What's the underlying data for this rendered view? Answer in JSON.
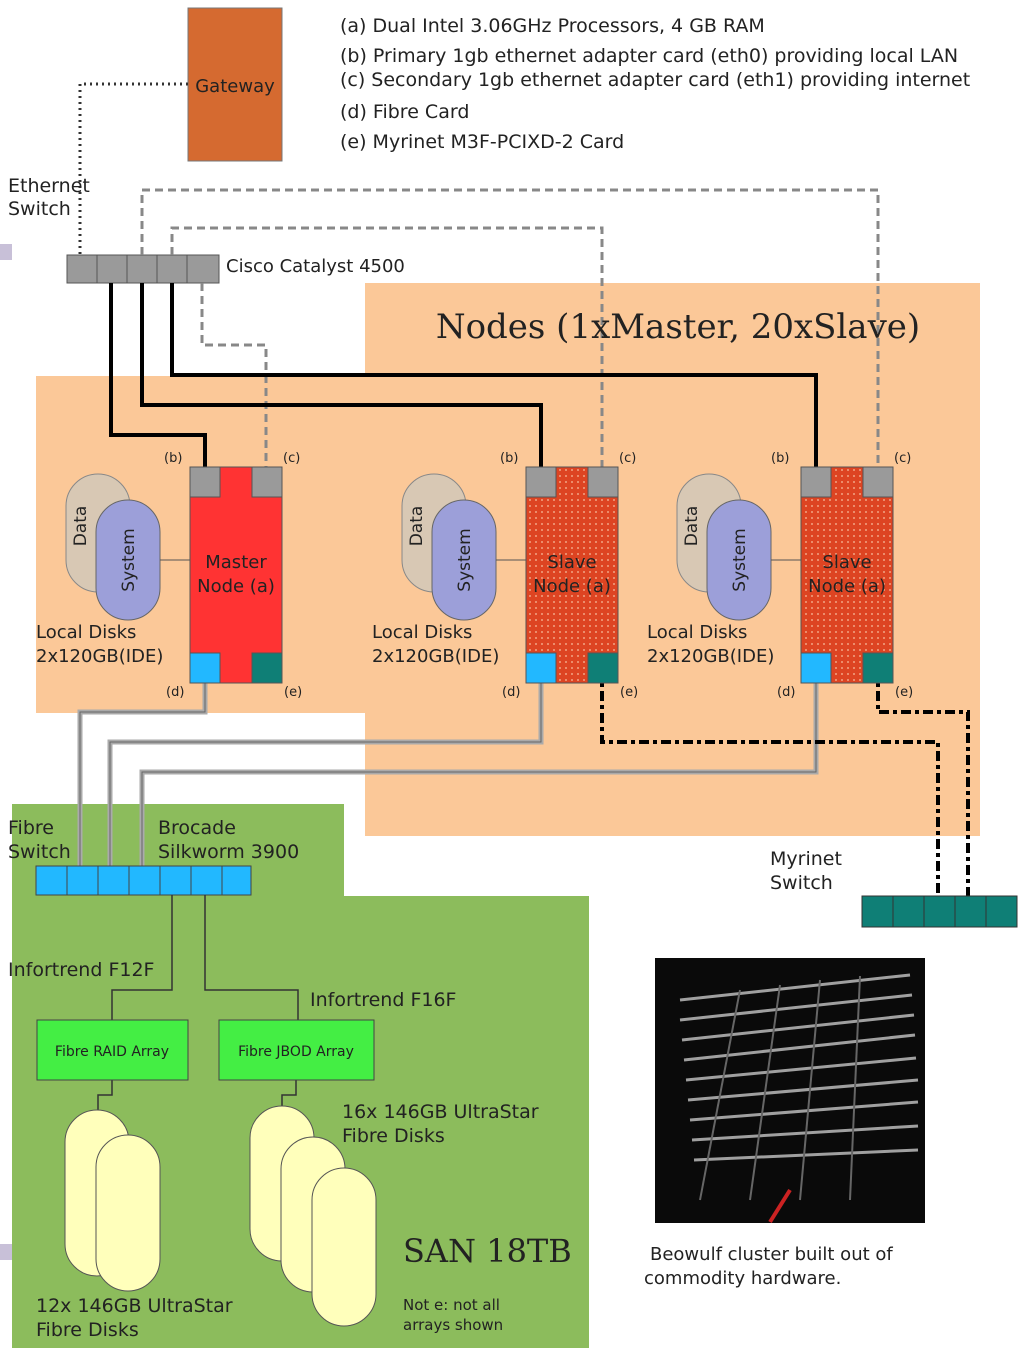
{
  "legend": {
    "a": "(a) Dual Intel 3.06GHz Processors, 4 GB RAM",
    "b": "(b) Primary 1gb ethernet adapter card (eth0)  providing local LAN",
    "c": "(c) Secondary 1gb ethernet adapter card (eth1) providing internet",
    "d": "(d) Fibre Card",
    "e": "(e) Myrinet M3F-PCIXD-2 Card"
  },
  "gateway": {
    "label": "Gateway"
  },
  "ethernet_switch": {
    "label_line1": "Ethernet",
    "label_line2": "Switch",
    "model": "Cisco Catalyst 4500"
  },
  "nodes_section": {
    "title": "Nodes (1xMaster, 20xSlave)"
  },
  "nodes": [
    {
      "line1": "Master",
      "line2": "Node (a)",
      "color": "#ff3333",
      "disk_data": "Data",
      "disk_system": "System",
      "disks_line1": "Local Disks",
      "disks_line2": "2x120GB(IDE)"
    },
    {
      "line1": "Slave",
      "line2": "Node (a)",
      "color": "#dd4422",
      "disk_data": "Data",
      "disk_system": "System",
      "disks_line1": "Local Disks",
      "disks_line2": "2x120GB(IDE)"
    },
    {
      "line1": "Slave",
      "line2": "Node (a)",
      "color": "#dd4422",
      "disk_data": "Data",
      "disk_system": "System",
      "disks_line1": "Local Disks",
      "disks_line2": "2x120GB(IDE)"
    }
  ],
  "port_labels": {
    "b": "(b)",
    "c": "(c)",
    "d": "(d)",
    "e": "(e)"
  },
  "fibre_switch": {
    "label_line1": "Fibre",
    "label_line2": "Switch",
    "model_line1": "Brocade",
    "model_line2": "Silkworm 3900"
  },
  "myrinet_switch": {
    "label_line1": "Myrinet",
    "label_line2": "Switch"
  },
  "san": {
    "title": "SAN 18TB",
    "raid_vendor": "Infortrend F12F",
    "jbod_vendor": "Infortrend F16F",
    "raid_label": "Fibre RAID Array",
    "jbod_label": "Fibre JBOD Array",
    "raid_disks_line1": "12x 146GB UltraStar",
    "raid_disks_line2": "Fibre Disks",
    "jbod_disks_line1": "16x 146GB UltraStar",
    "jbod_disks_line2": "Fibre Disks",
    "note_line1": "Not e: not all",
    "note_line2": "arrays shown"
  },
  "photo": {
    "caption_line1": "Beowulf cluster built out of",
    "caption_line2": "commodity hardware."
  },
  "colors": {
    "peach": "#fbc898",
    "san_green": "#8cbc5c",
    "gateway": "#d56a30",
    "fibre_cyan": "#22b8ff",
    "myrinet_teal": "#0f7f76",
    "array_green": "#44ee44",
    "disk_yellow": "#ffffbb",
    "system_disk": "#9c9fd9",
    "data_disk": "#d8c8b4",
    "switch_gray": "#9a9a9a"
  }
}
